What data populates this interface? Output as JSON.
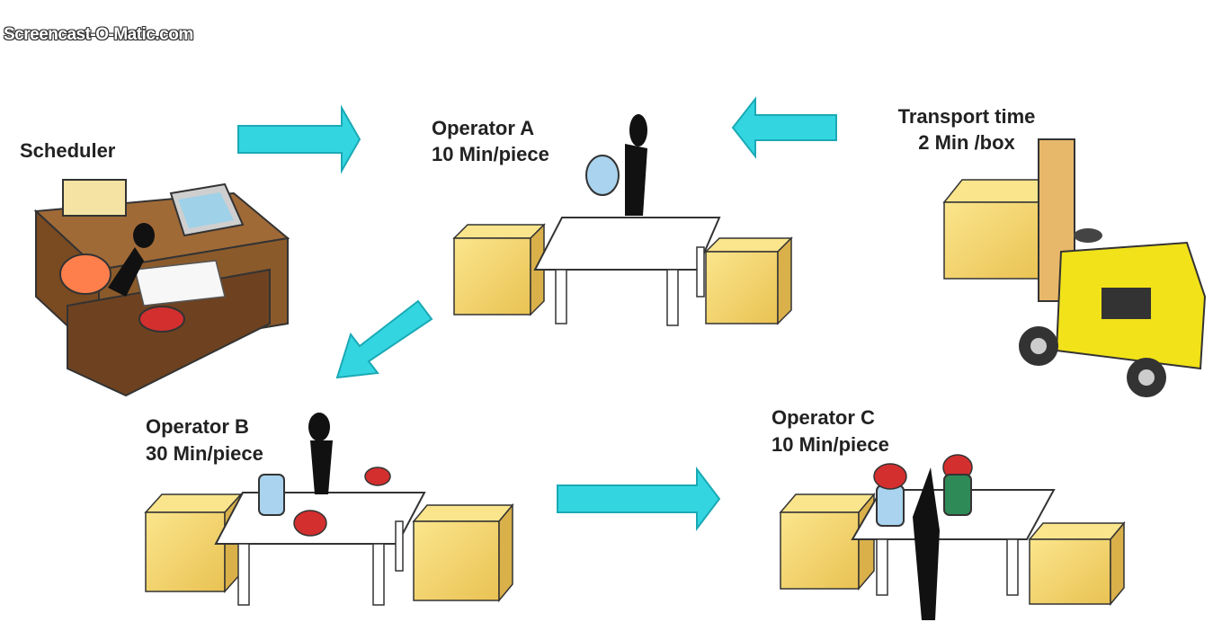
{
  "watermark": "Screencast-O-Matic.com",
  "scheduler": {
    "label": "Scheduler"
  },
  "operator_a": {
    "name": "Operator A",
    "rate": "10 Min/piece"
  },
  "operator_b": {
    "name": "Operator B",
    "rate": "30 Min/piece"
  },
  "operator_c": {
    "name": "Operator C",
    "rate": "10 Min/piece"
  },
  "transport": {
    "title": "Transport time",
    "rate": "2 Min /box"
  },
  "colors": {
    "arrow": "#33d6e0",
    "box": "#f5d36a",
    "desk": "#8b5a2b",
    "forklift": "#f2e21a",
    "silhouette": "#111111"
  },
  "icons": [
    "right-arrow-icon",
    "left-arrow-icon",
    "down-left-arrow-icon",
    "forklift-icon",
    "desk-icon",
    "table-icon",
    "box-icon",
    "worker-icon"
  ]
}
